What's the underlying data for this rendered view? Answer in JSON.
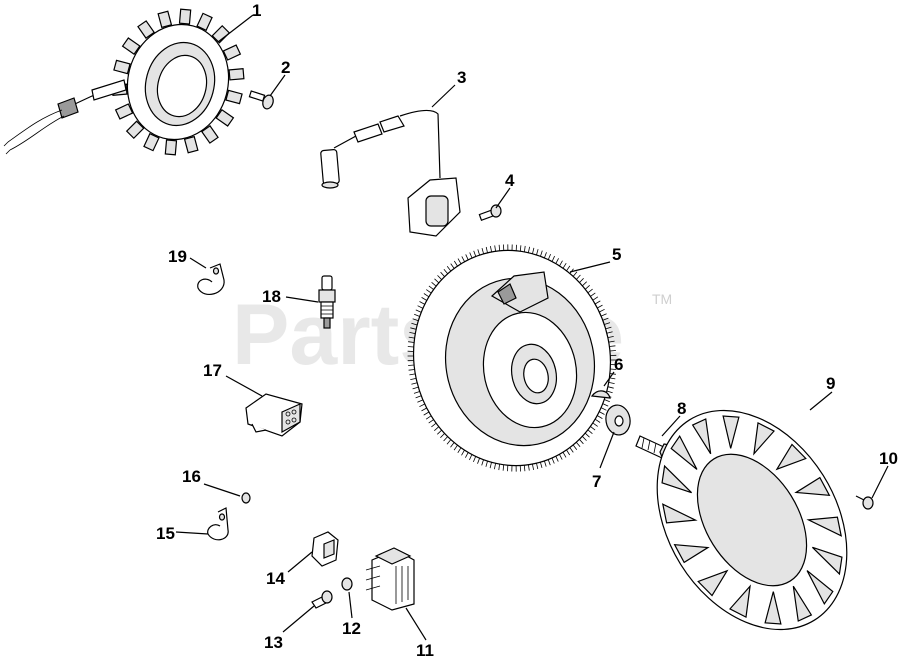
{
  "watermark": {
    "text": "PartsTree",
    "tm": "TM"
  },
  "callouts": [
    "1",
    "2",
    "3",
    "4",
    "5",
    "6",
    "7",
    "8",
    "9",
    "10",
    "11",
    "12",
    "13",
    "14",
    "15",
    "16",
    "17",
    "18",
    "19"
  ],
  "colors": {
    "line": "#000000",
    "watermark": "#d6d6d6",
    "background": "#ffffff"
  }
}
